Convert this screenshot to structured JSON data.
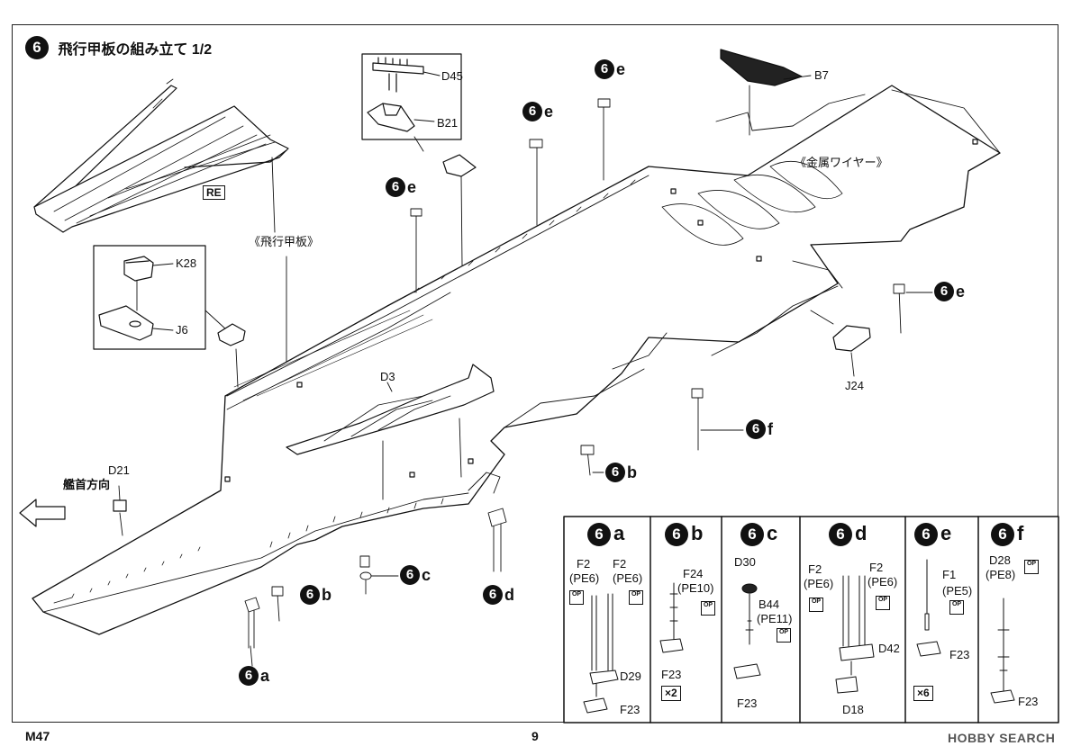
{
  "step": {
    "number": "6",
    "title": "飛行甲板の組み立て 1/2"
  },
  "parts": {
    "D45": "D45",
    "B21": "B21",
    "K28": "K28",
    "J6": "J6",
    "B7": "B7",
    "D3": "D3",
    "D21": "D21",
    "J24": "J24"
  },
  "labels": {
    "flight_deck": "《飛行甲板》",
    "metal_wire": "《金属ワイヤー》",
    "bow_direction": "艦首方向",
    "re_tag": "RE"
  },
  "callouts": {
    "e1": "e",
    "e2": "e",
    "e3": "e",
    "e4": "e",
    "f": "f",
    "b": "b",
    "c": "c",
    "d": "d",
    "a": "a"
  },
  "sub_steps": [
    {
      "id": "a",
      "lines": [
        "F2",
        "(PE6)",
        "F2",
        "(PE6)",
        "D29",
        "F23"
      ]
    },
    {
      "id": "b",
      "lines": [
        "F24",
        "(PE10)",
        "F23",
        "×2"
      ]
    },
    {
      "id": "c",
      "lines": [
        "D30",
        "B44",
        "(PE11)",
        "F23"
      ]
    },
    {
      "id": "d",
      "lines": [
        "F2",
        "(PE6)",
        "F2",
        "(PE6)",
        "D42",
        "D18"
      ]
    },
    {
      "id": "e",
      "lines": [
        "F1",
        "(PE5)",
        "F23",
        "×6"
      ]
    },
    {
      "id": "f",
      "lines": [
        "D28",
        "(PE8)",
        "F23"
      ]
    }
  ],
  "option_icon": "OP",
  "footer": {
    "model": "M47",
    "page": "9"
  },
  "watermark": "HOBBY SEARCH"
}
